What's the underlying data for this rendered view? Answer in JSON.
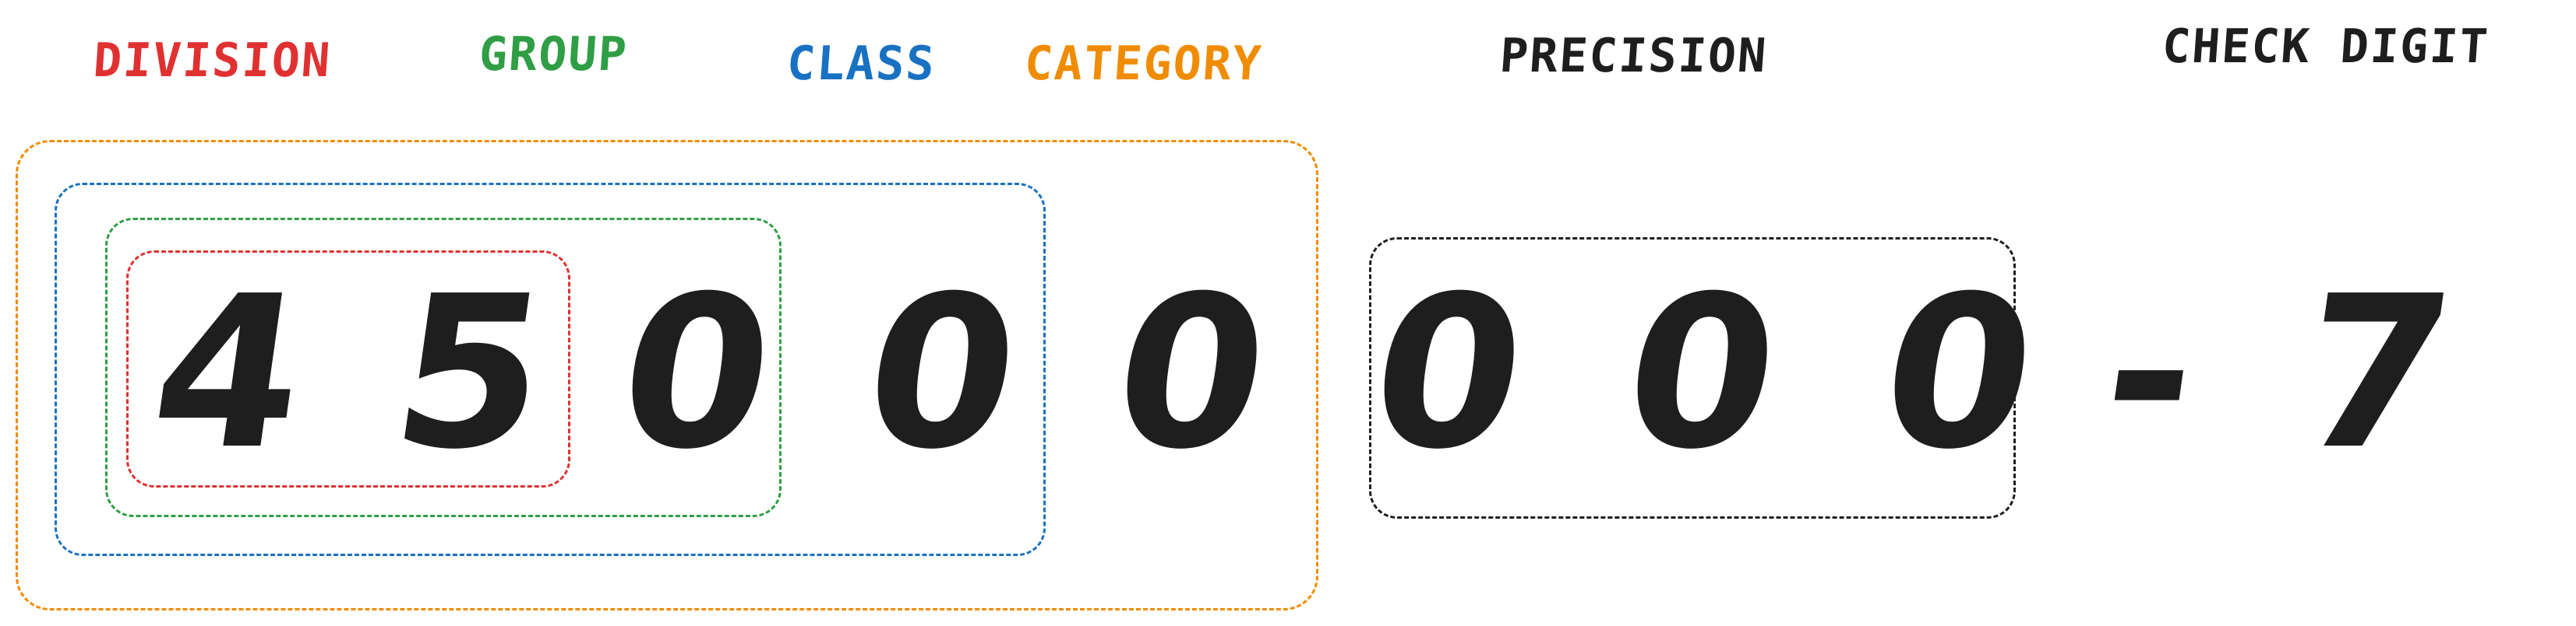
{
  "labels": {
    "division": {
      "text": "DIVISION",
      "color": "#e03131"
    },
    "group": {
      "text": "GROUP",
      "color": "#2f9e44"
    },
    "class": {
      "text": "CLASS",
      "color": "#1971c2"
    },
    "category": {
      "text": "CATEGORY",
      "color": "#f08c00"
    },
    "precision": {
      "text": "PRECISION",
      "color": "#1e1e1e"
    },
    "check_digit": {
      "text": "CHECK DIGIT",
      "color": "#1e1e1e"
    }
  },
  "digits": [
    "4",
    "5",
    "0",
    "0",
    "0",
    "0",
    "0",
    "0"
  ],
  "separator": "-",
  "check_digit": "7"
}
